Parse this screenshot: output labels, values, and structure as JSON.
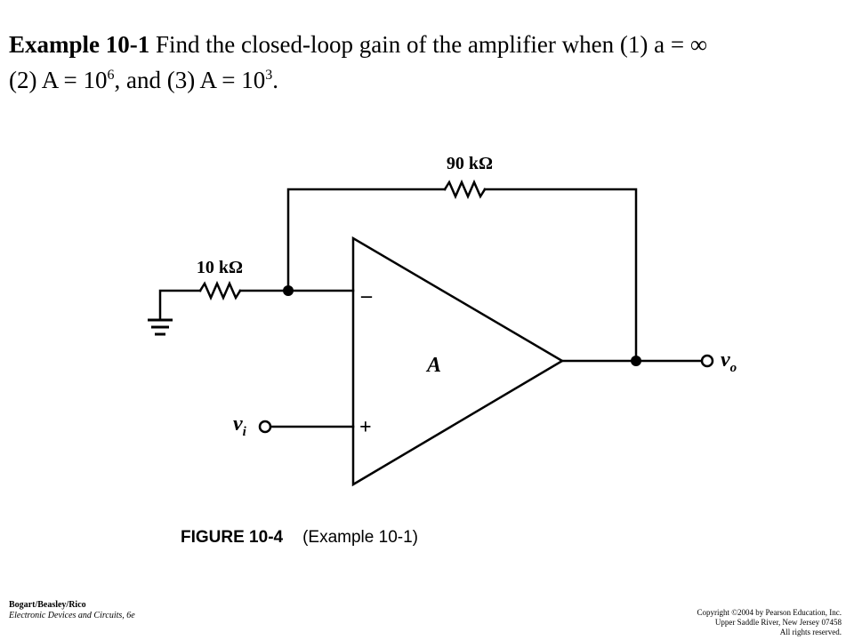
{
  "title": {
    "example_label": "Example 10-1",
    "line1_text": "Find the closed-loop gain of the amplifier when (1) a =",
    "infinity_symbol": "∞",
    "line2_part1": "(2) A = 10",
    "exp1": "6",
    "line2_part2": ", and (3) A = 10",
    "exp2": "3",
    "line2_part3": "."
  },
  "circuit": {
    "feedback_resistor": "90 kΩ",
    "input_resistor": "10 kΩ",
    "inverting_sign": "–",
    "noninverting_sign": "+",
    "gain_label": "A",
    "input_label": "v",
    "input_sub": "i",
    "output_label": "v",
    "output_sub": "o"
  },
  "caption": {
    "figure": "FIGURE 10-4",
    "description": "(Example 10-1)"
  },
  "footer": {
    "authors": "Bogart/Beasley/Rico",
    "book": "Electronic Devices and Circuits, 6e",
    "copyright": "Copyright ©2004 by Pearson Education, Inc.",
    "address": "Upper Saddle River, New Jersey 07458",
    "rights": "All rights reserved."
  }
}
